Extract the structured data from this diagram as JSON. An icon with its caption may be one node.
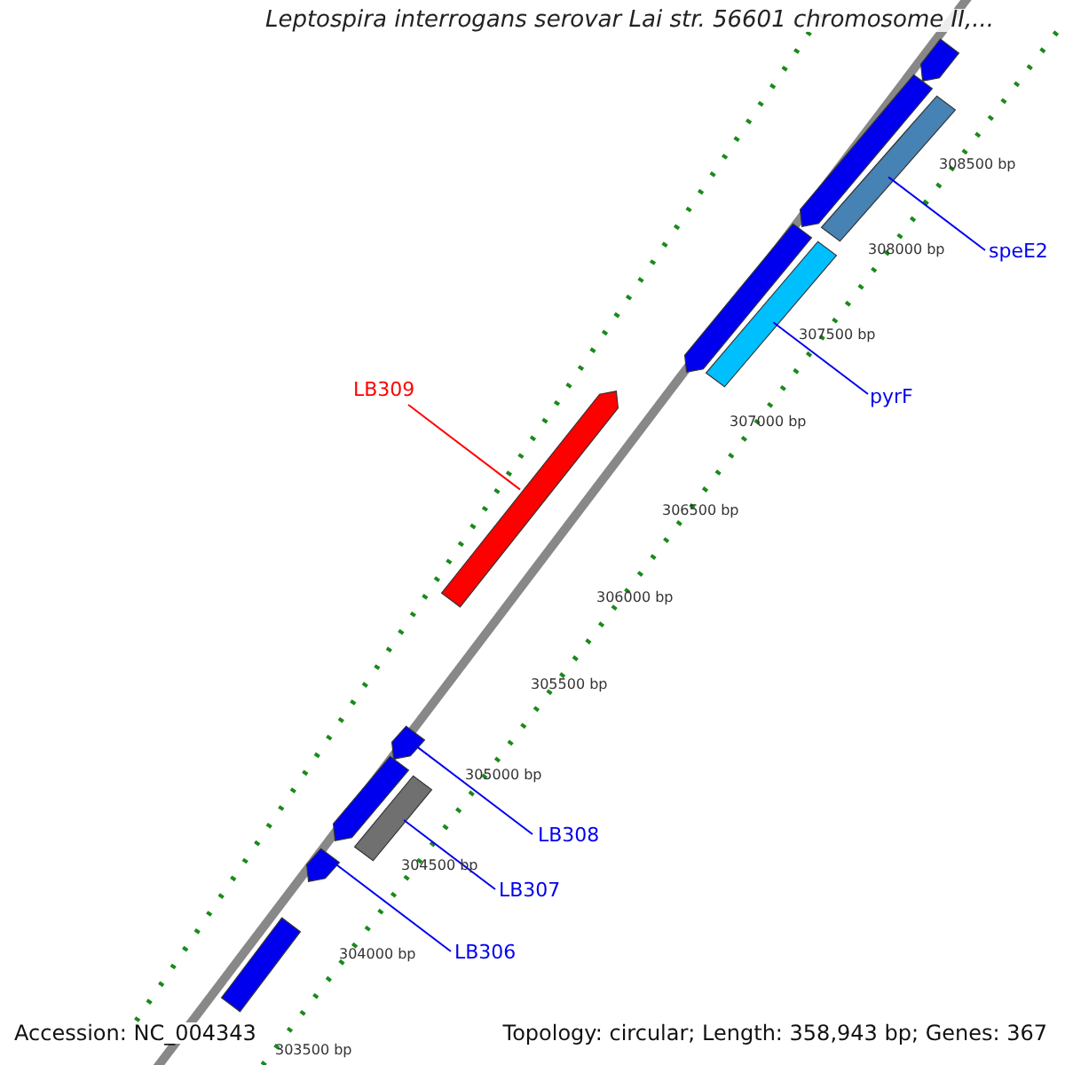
{
  "diagram": {
    "title": "Leptospira interrogans serovar Lai str. 56601 chromosome II,...",
    "nodes": [
      {
        "text": [
          "speE2"
        ]
      },
      {
        "text": [
          "LB309"
        ]
      },
      {
        "text": [
          "pyrF"
        ]
      },
      {
        "text": [
          "LB308"
        ]
      },
      {
        "text": [
          "LB307"
        ]
      },
      {
        "text": [
          "LB306"
        ]
      },
      {
        "text": [],
        "shape": "bar"
      },
      {
        "text": [],
        "shape": "bar"
      },
      {
        "text": [],
        "shape": "bar"
      },
      {
        "text": [],
        "shape": "bar"
      },
      {
        "text": [],
        "shape": "bar"
      },
      {
        "text": [],
        "shape": "bar"
      },
      {
        "text": [],
        "shape": "bar"
      },
      {
        "text": [],
        "shape": "bar"
      },
      {
        "text": [],
        "shape": "bar"
      },
      {
        "text": [],
        "shape": "bar"
      },
      {
        "text": [],
        "shape": "bar"
      }
    ],
    "edges": [
      {
        "from": 0,
        "to": 6,
        "arrow": "none"
      },
      {
        "from": 1,
        "to": 7,
        "arrow": "none",
        "color": "#ff0000"
      },
      {
        "from": 2,
        "to": 8,
        "arrow": "none"
      },
      {
        "from": 3,
        "to": 9,
        "arrow": "none"
      },
      {
        "from": 4,
        "to": 10,
        "arrow": "none"
      },
      {
        "from": 5,
        "to": 11,
        "arrow": "none"
      }
    ],
    "labels": [
      "308500 bp",
      "308000 bp",
      "307500 bp",
      "307000 bp",
      "306500 bp",
      "306000 bp",
      "305500 bp",
      "305000 bp",
      "304500 bp",
      "304000 bp",
      "303500 bp",
      "Accession: NC_004343",
      "Topology: circular; Length: 358,943 bp; Genes: 367"
    ]
  }
}
